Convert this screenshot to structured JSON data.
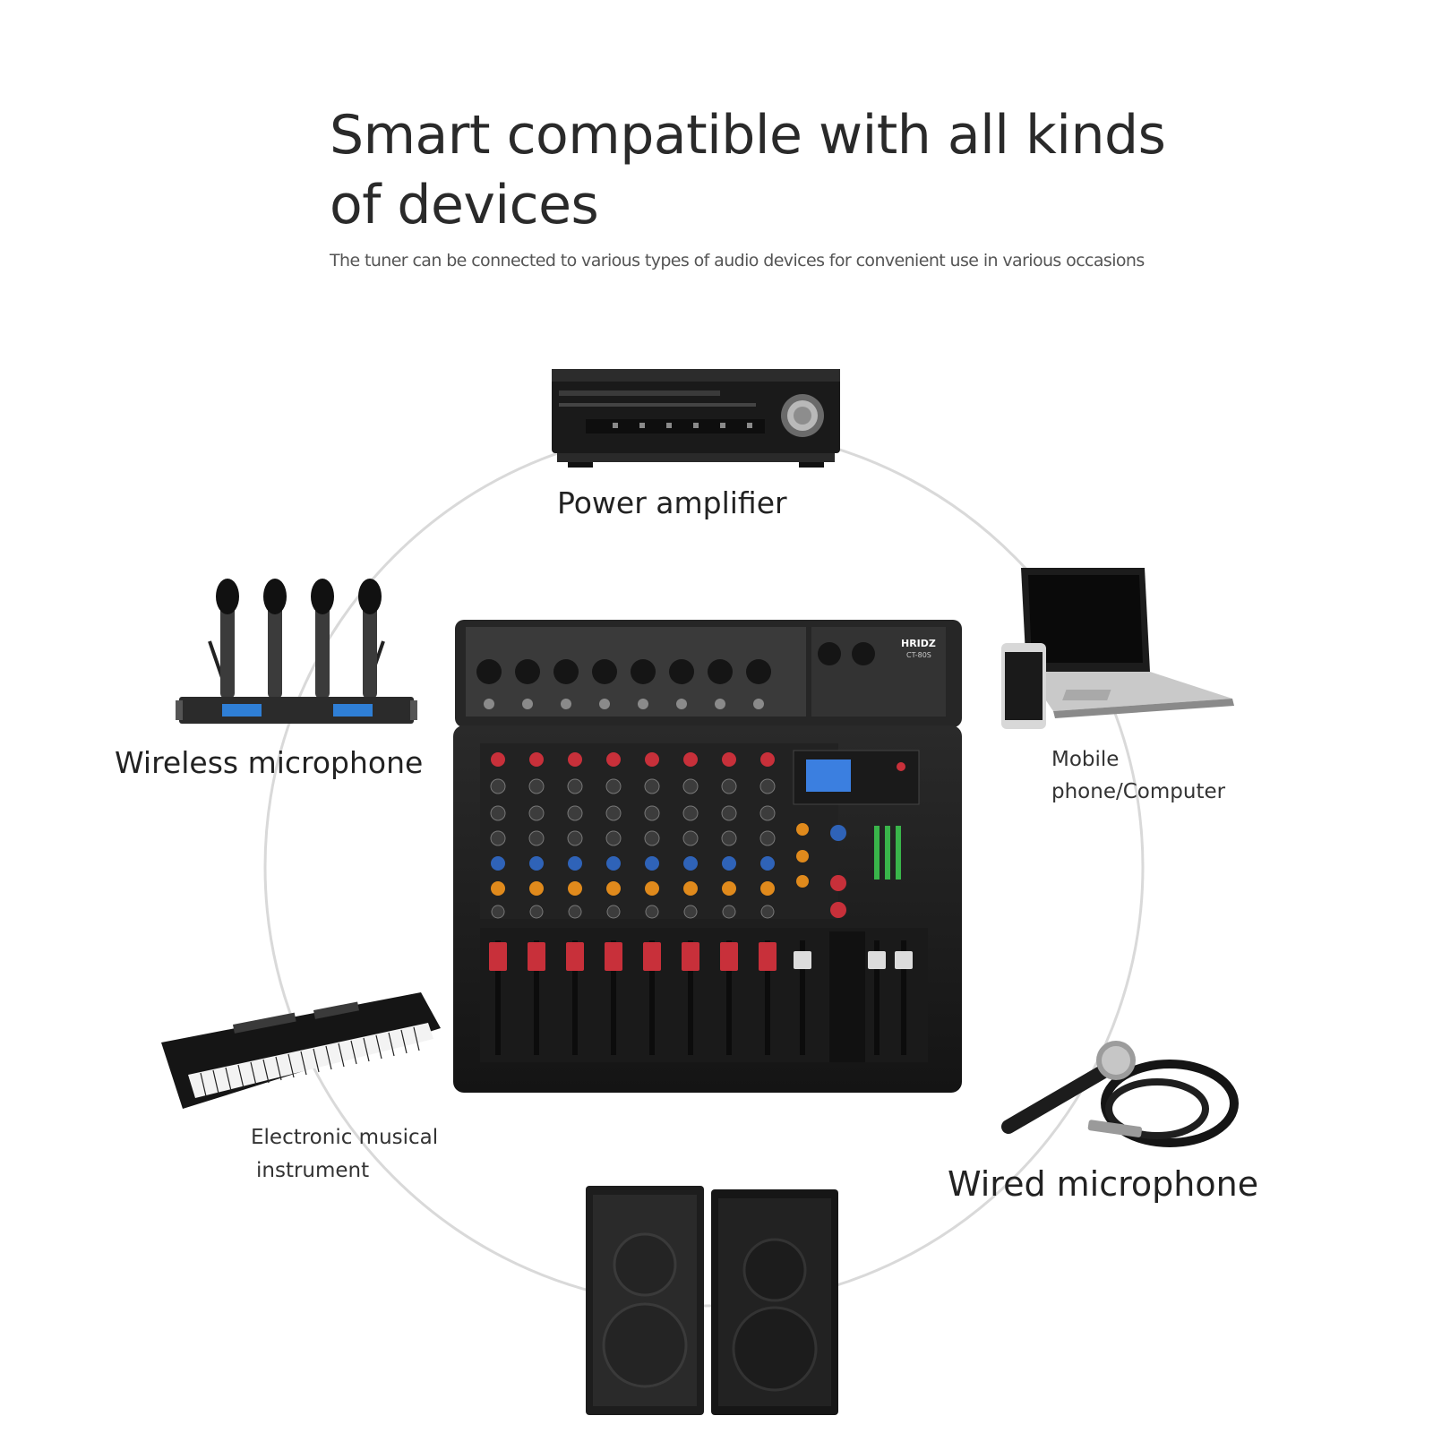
{
  "header": {
    "title": "Smart compatible with all kinds of devices",
    "subtitle": "The tuner can be connected to various types of audio devices for convenient use in various occasions"
  },
  "devices": {
    "power_amplifier": "Power amplifier",
    "wireless_microphone": "Wireless microphone",
    "mobile_computer_line1": "Mobile",
    "mobile_computer_line2": "phone/Computer",
    "electronic_instrument_line1": "Electronic musical",
    "electronic_instrument_line2": "instrument",
    "wired_microphone": "Wired microphone"
  },
  "mixer": {
    "brand": "HRIDZ",
    "model": "CT-80S",
    "channels": 8
  },
  "colors": {
    "ring": "#d8d8d8",
    "mixer_body": "#1b1b1b",
    "knob_red": "#c8303a",
    "knob_blue": "#2f63b8",
    "knob_orange": "#e08a1c"
  }
}
